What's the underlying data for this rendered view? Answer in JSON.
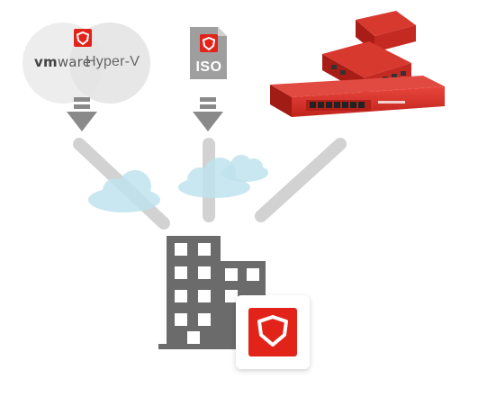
{
  "virtual_platforms": {
    "vmware_prefix": "vm",
    "vmware_suffix": "ware",
    "hyperv": "Hyper-V"
  },
  "iso_image": {
    "label": "ISO"
  },
  "colors": {
    "brand_red": "#e2231a",
    "arrow_gray": "#8a8a8a",
    "cloud_blue": "#bfe3ee",
    "building_gray": "#6b6b6b"
  },
  "icons": [
    "shield-icon",
    "down-arrow-icon",
    "cloud-icon",
    "building-icon",
    "appliance-icon"
  ]
}
